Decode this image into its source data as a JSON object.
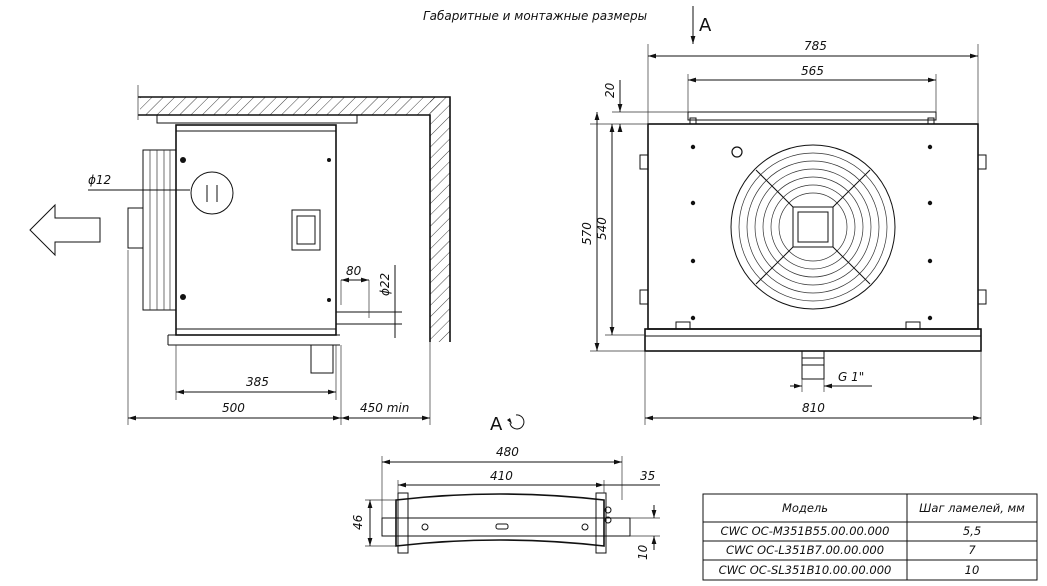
{
  "title": "Габаритные и монтажные размеры",
  "view_label": "A",
  "view_rotated_label": "A",
  "side_view": {
    "dims": {
      "d12": "ϕ12",
      "d80": "80",
      "d22": "ϕ22",
      "d385": "385",
      "d500": "500",
      "d450": "450 min"
    }
  },
  "front_view": {
    "dims": {
      "d785": "785",
      "d565": "565",
      "d20": "20",
      "d570": "570",
      "d540": "540",
      "g1": "G 1\"",
      "d810": "810"
    }
  },
  "bottom_view": {
    "dims": {
      "d480": "480",
      "d410": "410",
      "d35": "35",
      "d46": "46",
      "d10": "10"
    }
  },
  "table": {
    "headers": [
      "Модель",
      "Шаг ламелей, мм"
    ],
    "rows": [
      [
        "CWC OC-M351B55.00.00.000",
        "5,5"
      ],
      [
        "CWC OC-L351B7.00.00.000",
        "7"
      ],
      [
        "CWC OC-SL351B10.00.00.000",
        "10"
      ]
    ]
  }
}
